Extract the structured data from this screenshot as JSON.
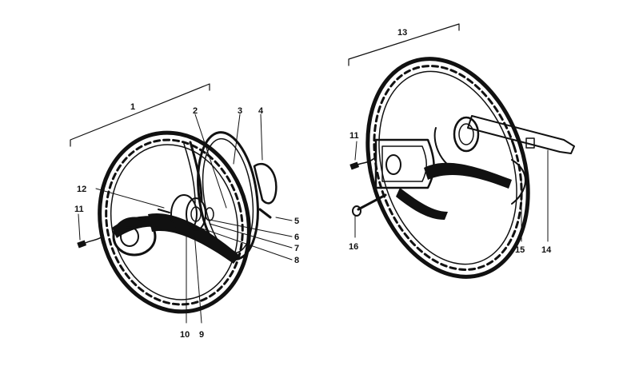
{
  "diagram": {
    "callouts": {
      "c1": "1",
      "c2": "2",
      "c3": "3",
      "c4": "4",
      "c5": "5",
      "c6": "6",
      "c7": "7",
      "c8": "8",
      "c9": "9",
      "c10": "10",
      "c11a": "11",
      "c12": "12",
      "c13": "13",
      "c11b": "11",
      "c14": "14",
      "c15": "15",
      "c16": "16"
    }
  }
}
